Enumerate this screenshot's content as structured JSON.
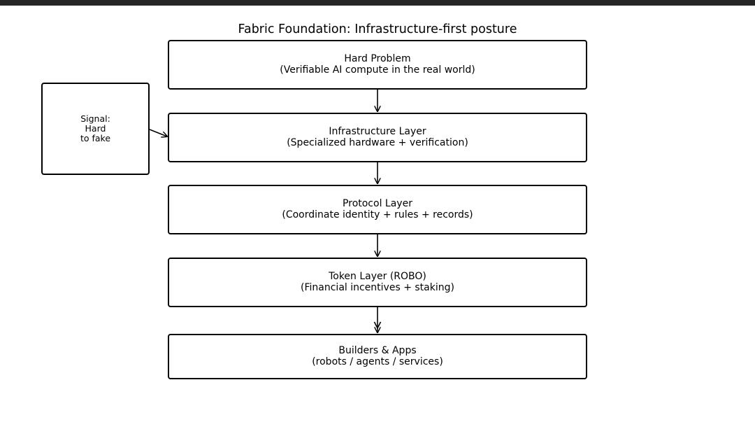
{
  "diagram": {
    "title": "Fabric Foundation: Infrastructure-first posture",
    "nodes": [
      {
        "id": "hard_problem",
        "title": "Hard Problem",
        "subtitle": "(Verifiable AI compute in the real world)"
      },
      {
        "id": "infrastructure",
        "title": "Infrastructure Layer",
        "subtitle": "(Specialized hardware + verification)"
      },
      {
        "id": "protocol",
        "title": "Protocol Layer",
        "subtitle": "(Coordinate identity + rules + records)"
      },
      {
        "id": "token",
        "title": "Token Layer (ROBO)",
        "subtitle": "(Financial incentives + staking)"
      },
      {
        "id": "builders",
        "title": "Builders & Apps",
        "subtitle": "(robots / agents / services)"
      }
    ],
    "signal": {
      "lines": [
        "Signal:",
        "Hard",
        "to fake"
      ]
    },
    "edges": [
      {
        "from": "hard_problem",
        "to": "infrastructure"
      },
      {
        "from": "infrastructure",
        "to": "protocol"
      },
      {
        "from": "protocol",
        "to": "token"
      },
      {
        "from": "token",
        "to": "builders"
      },
      {
        "from": "signal",
        "to": "infrastructure"
      }
    ]
  }
}
